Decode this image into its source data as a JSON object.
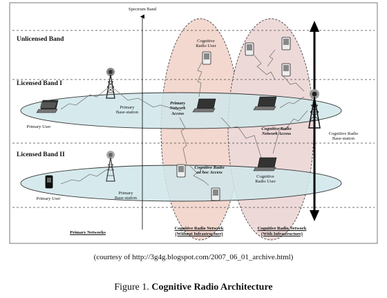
{
  "diagram": {
    "spectrum_label": "Spectrum Band",
    "bands": {
      "unlicensed": "Unlicensed Band",
      "licensed1": "Licensed Band I",
      "licensed2": "Licensed Band II"
    },
    "labels": {
      "cr_user_top": "Cognitive\nRadio User",
      "primary_bs1": "Primary\nBase-station",
      "primary_user1": "Primary User",
      "primary_network_access": "Primary\nNetwork\nAccess",
      "cr_network_access": "Cognitive Radio\nNetwork Access",
      "cr_bs": "Cognitive Radio\nBase-station",
      "cr_adhoc_access": "Cognitive Radio\nad hoc Access",
      "cr_user_bottom": "Cognitive\nRadio User",
      "primary_user2": "Primary User",
      "primary_bs2": "Primary\nBase-station",
      "primary_networks": "Primary Networks",
      "crn_without": "Cognitive Radio Network\n(Without Infrastructure)",
      "crn_with": "Cognitive Radio Network\n(With Infrastructure)"
    }
  },
  "caption_source": "(courtesy of http://3g4g.blogspot.com/2007_06_01_archive.html)",
  "caption": {
    "prefix": "Figure 1.",
    "title": "Cognitive Radio Architecture"
  }
}
